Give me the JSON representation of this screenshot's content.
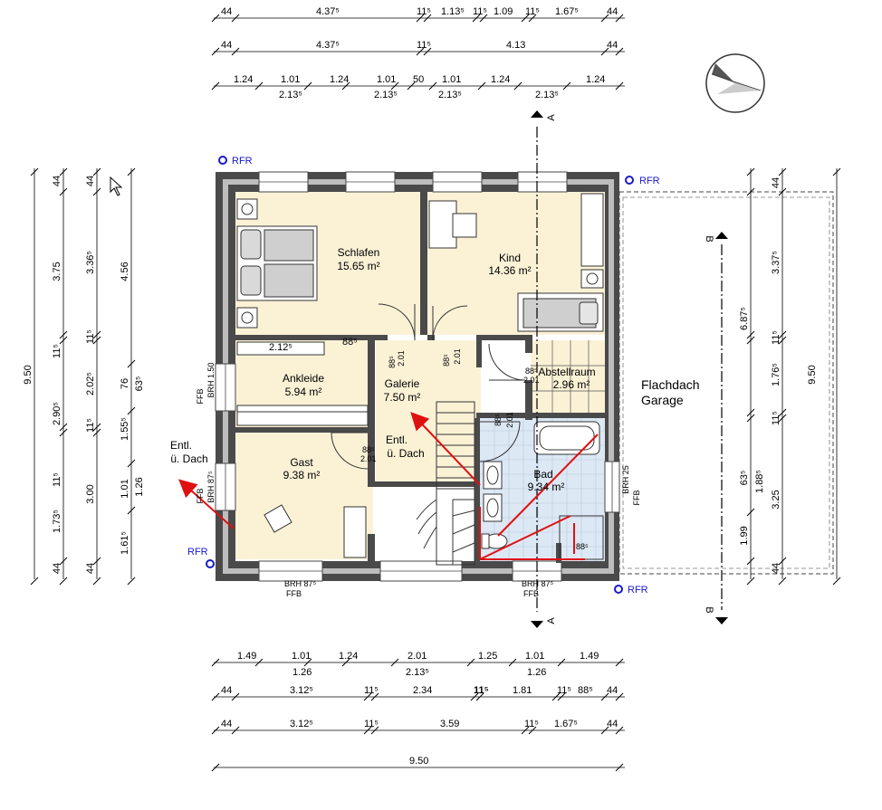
{
  "rooms": {
    "schlafen": {
      "name": "Schlafen",
      "area": "15.65 m²"
    },
    "kind": {
      "name": "Kind",
      "area": "14.36 m²"
    },
    "ankleide": {
      "name": "Ankleide",
      "area": "5.94 m²"
    },
    "galerie": {
      "name": "Galerie",
      "area": "7.50 m²"
    },
    "abstellraum": {
      "name": "Abstellraum",
      "area": "2.96 m²"
    },
    "gast": {
      "name": "Gast",
      "area": "9.38 m²"
    },
    "bad": {
      "name": "Bad",
      "area": "9.34 m²"
    },
    "entl_galerie": {
      "line1": "Entl.",
      "line2": "ü. Dach"
    },
    "entl_outside": {
      "line1": "Entl.",
      "line2": "ü. Dach"
    },
    "garage": {
      "line1": "Flachdach",
      "line2": "Garage"
    }
  },
  "labels": {
    "rfr": "RFR",
    "section_a": "A",
    "section_b": "B",
    "brh_150": "BRH 1.50",
    "ffb": "FFB",
    "brh_87": "BRH 87⁵",
    "brh_25": "BRH 25",
    "wardrobe": "2.12⁵",
    "door_88": "88⁵",
    "door_201": "2.01",
    "shower_88": "88⁵"
  },
  "dims_top": {
    "row1": [
      "44",
      "4.37⁵",
      "11⁵",
      "1.13⁵",
      "11⁵",
      "1.09",
      "11⁵",
      "1.67⁵",
      "44"
    ],
    "row2": [
      "44",
      "4.37⁵",
      "11⁵",
      "4.13",
      "44"
    ],
    "row3_top": [
      "1.24",
      "1.01",
      "1.24",
      "1.01",
      "50",
      "1.01",
      "1.24",
      "1.24"
    ],
    "row3_bottom": [
      "2.13⁵",
      "2.13⁵",
      "2.13⁵",
      "2.13⁵"
    ]
  },
  "dims_bottom": {
    "row1_top": [
      "1.49",
      "1.01",
      "1.24",
      "2.01",
      "1.25",
      "1.01",
      "1.49"
    ],
    "row1_bottom": [
      "1.26",
      "2.13⁵",
      "1.26"
    ],
    "row2": [
      "44",
      "3.12⁵",
      "11⁵",
      "2.34",
      "11⁵",
      "1.81",
      "11⁵",
      "88⁵",
      "44"
    ],
    "row3": [
      "44",
      "3.12⁵",
      "11⁵",
      "3.59",
      "11⁵",
      "1.67⁵",
      "44"
    ],
    "row4": [
      "9.50"
    ]
  },
  "dims_left": {
    "col1": [
      "9.50"
    ],
    "col2": [
      "44",
      "3.75",
      "11⁵",
      "2.90⁵",
      "11⁵",
      "1.73⁵",
      "44"
    ],
    "col3": [
      "44",
      "3.36⁵",
      "11⁵",
      "2.02⁵",
      "11⁵",
      "3.00",
      "44"
    ],
    "col4": [
      "4.56",
      "76",
      "1.55⁵",
      "1.01",
      "1.61⁵"
    ],
    "col5": [
      "63⁵",
      "1.26"
    ]
  },
  "dims_right": {
    "col1": [
      "44",
      "3.37⁵",
      "11⁵",
      "1.76⁵",
      "11⁵",
      "1.88⁵",
      "1.99",
      "44"
    ],
    "col2": [
      "6.87⁵",
      "63⁵",
      "3.25"
    ],
    "col3": [
      "9.50"
    ]
  },
  "colors": {
    "wall": "#4a4a4a",
    "floor": "#fbf2d6",
    "bath_tile": "#dde8f5",
    "rfr": "#1a1acb",
    "arrow": "#e01010"
  }
}
